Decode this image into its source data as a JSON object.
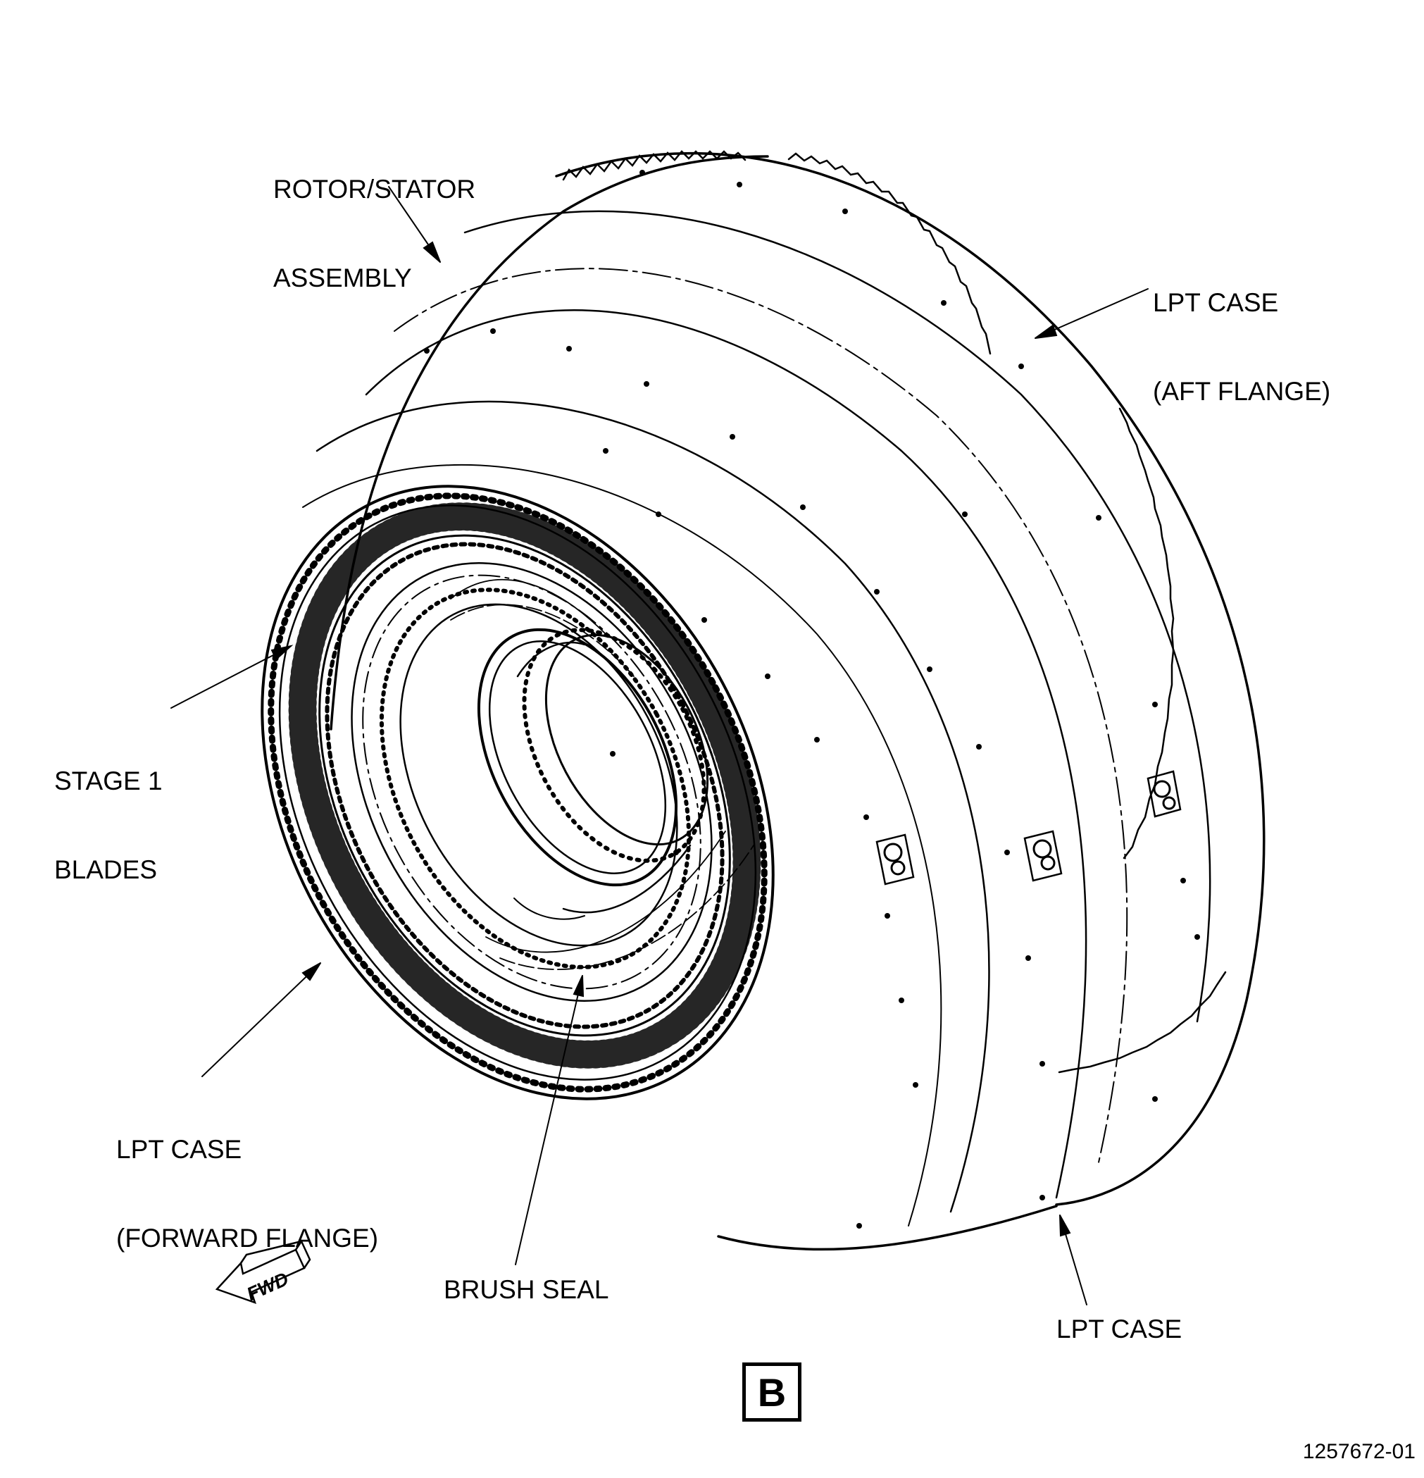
{
  "callouts": {
    "rotor_stator": [
      "ROTOR/STATOR",
      "ASSEMBLY"
    ],
    "lpt_case_aft": [
      "LPT CASE",
      "(AFT FLANGE)"
    ],
    "stage1_blades": [
      "STAGE 1",
      "BLADES"
    ],
    "lpt_case_fwd": [
      "LPT CASE",
      "(FORWARD FLANGE)"
    ],
    "brush_seal": "BRUSH SEAL",
    "lpt_case": "LPT CASE"
  },
  "fwd_arrow_label": "FWD",
  "view_label": "B",
  "figure_number": "1257672-01"
}
